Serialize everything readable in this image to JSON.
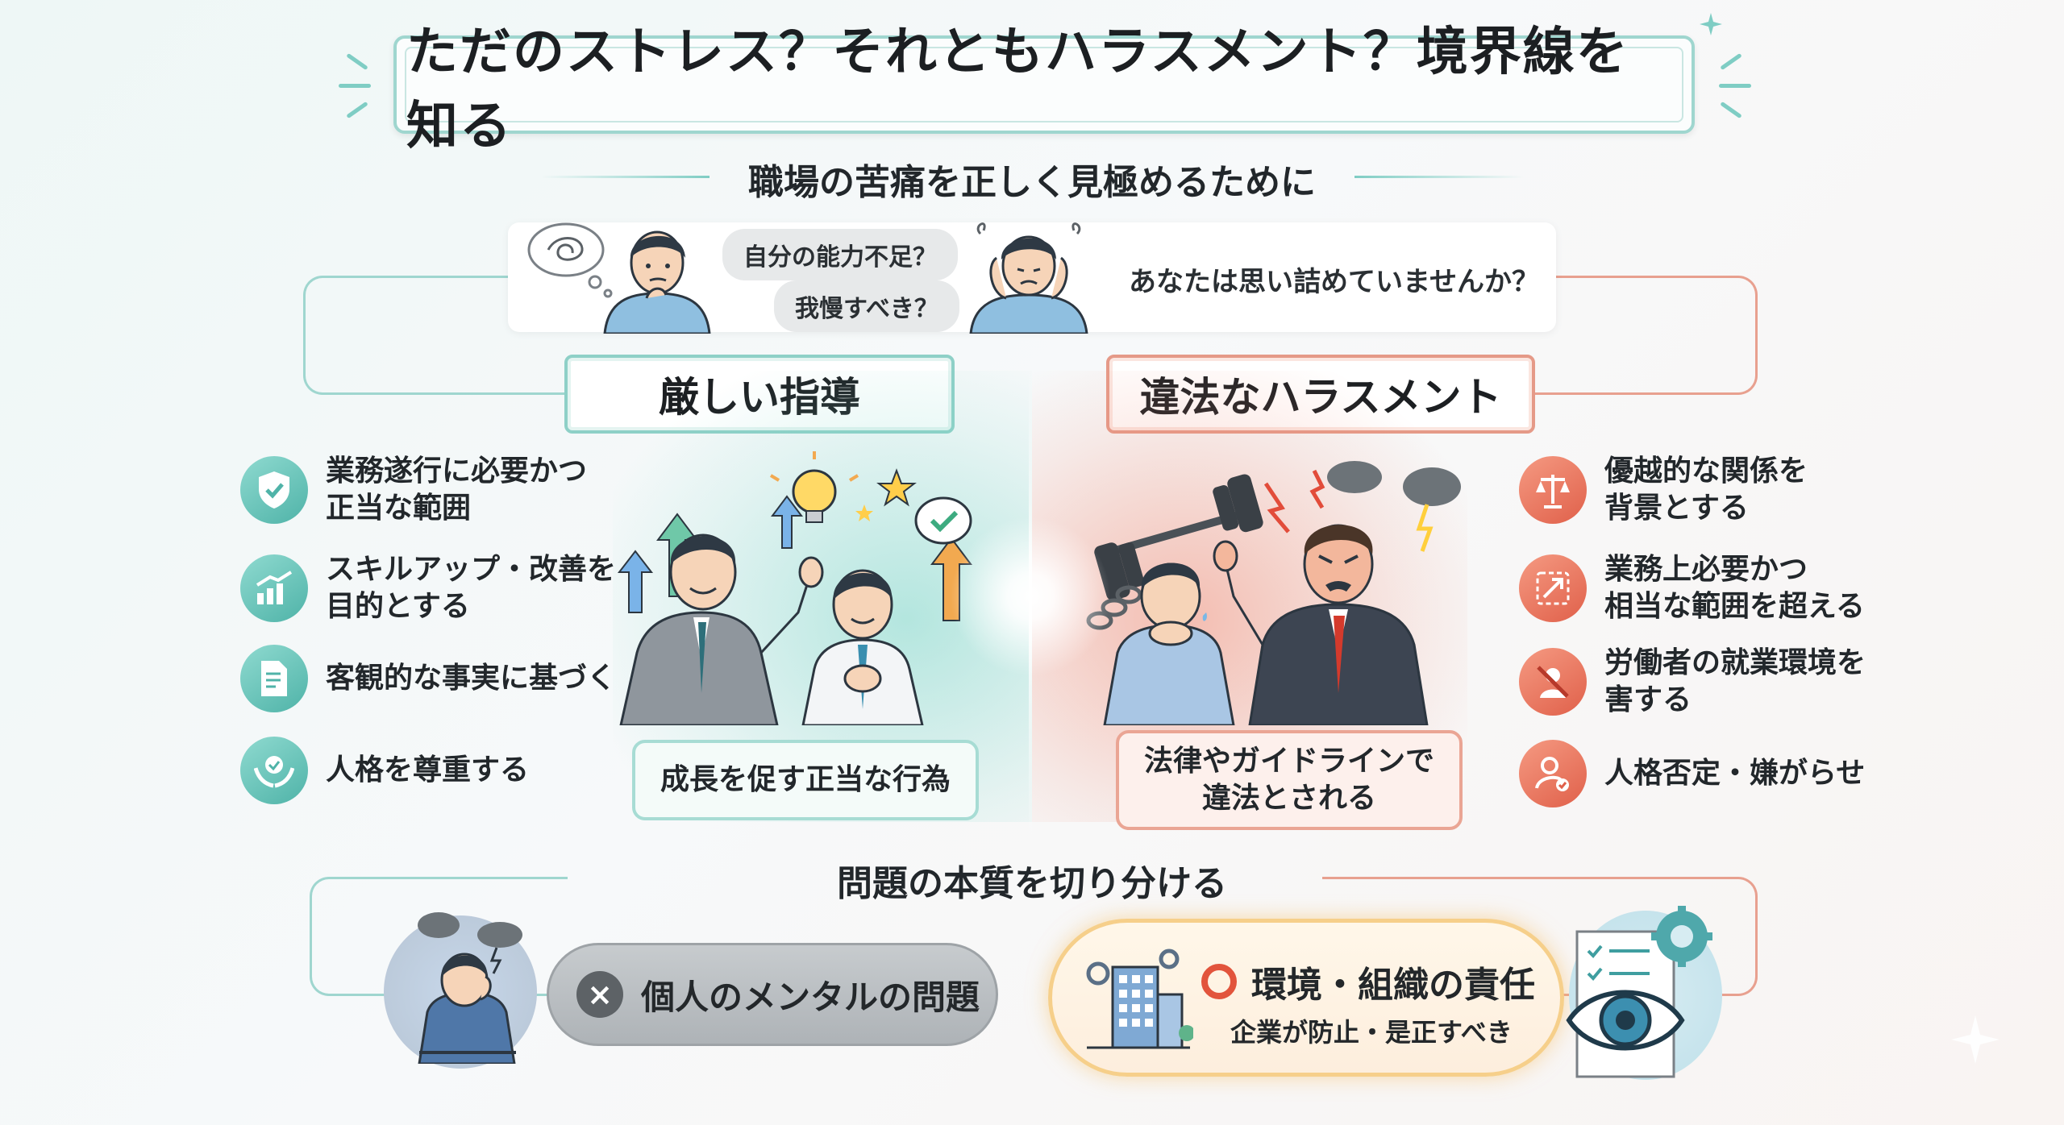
{
  "header": {
    "title": "ただのストレス？それともハラスメント？境界線を知る",
    "subtitle": "職場の苦痛を正しく見極めるために"
  },
  "intro": {
    "bubble_1": "自分の能力不足？",
    "bubble_2": "我慢すべき？",
    "question": "あなたは思い詰めていませんか？"
  },
  "left_section": {
    "title": "厳しい指導",
    "items": [
      {
        "icon": "shield-check-icon",
        "text_line1": "業務遂行に必要かつ",
        "text_line2": "正当な範囲"
      },
      {
        "icon": "growth-chart-icon",
        "text_line1": "スキルアップ・改善を",
        "text_line2": "目的とする"
      },
      {
        "icon": "document-icon",
        "text_line1": "客観的な事実に基づく",
        "text_line2": ""
      },
      {
        "icon": "hands-heart-icon",
        "text_line1": "人格を尊重する",
        "text_line2": ""
      }
    ],
    "caption": "成長を促す正当な行為"
  },
  "right_section": {
    "title": "違法なハラスメント",
    "items": [
      {
        "icon": "scales-icon",
        "text_line1": "優越的な関係を",
        "text_line2": "背景とする"
      },
      {
        "icon": "exceed-arrow-icon",
        "text_line1": "業務上必要かつ",
        "text_line2": "相当な範囲を超える"
      },
      {
        "icon": "worker-prohibited-icon",
        "text_line1": "労働者の就業環境を",
        "text_line2": "害する"
      },
      {
        "icon": "person-denied-icon",
        "text_line1": "人格否定・嫌がらせ",
        "text_line2": ""
      }
    ],
    "caption_line1": "法律やガイドラインで",
    "caption_line2": "違法とされる"
  },
  "bottom": {
    "title": "問題の本質を切り分ける",
    "individual": "個人のメンタルの問題",
    "org_title": "環境・組織の責任",
    "org_sub": "企業が防止・是正すべき"
  },
  "colors": {
    "teal": "#5dbdb2",
    "coral": "#e66a52",
    "warm_border": "#f6cf8a"
  }
}
